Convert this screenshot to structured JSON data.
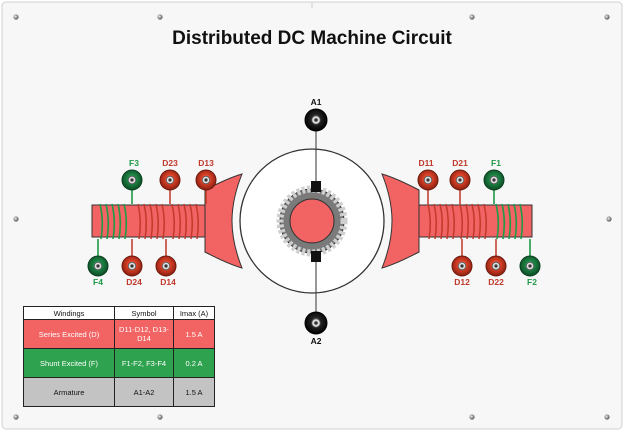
{
  "title": "Distributed DC Machine Circuit",
  "terminals": {
    "A1": "A1",
    "A2": "A2",
    "F1": "F1",
    "F2": "F2",
    "F3": "F3",
    "F4": "F4",
    "D11": "D11",
    "D12": "D12",
    "D13": "D13",
    "D14": "D14",
    "D21": "D21",
    "D22": "D22",
    "D23": "D23",
    "D24": "D24"
  },
  "legend": {
    "headers": [
      "Windings",
      "Symbol",
      "Imax (A)"
    ],
    "rows": [
      {
        "winding": "Series Excited (D)",
        "symbol": "D11-D12, D13-D14",
        "imax": "1.5 A"
      },
      {
        "winding": "Shunt Excited (F)",
        "symbol": "F1-F2, F3-F4",
        "imax": "0.2 A"
      },
      {
        "winding": "Armature",
        "symbol": "A1-A2",
        "imax": "1.5 A"
      }
    ]
  },
  "colors": {
    "series": "#f26363",
    "shunt": "#2ea24f",
    "armature": "#c3c3c3",
    "terminal_red": "#d9402a",
    "terminal_green": "#1f8a48",
    "terminal_black": "#1a1a1a"
  }
}
